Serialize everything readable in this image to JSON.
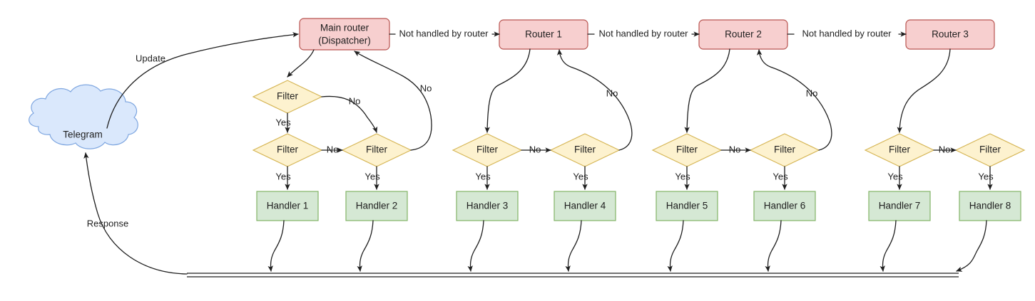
{
  "diagram": {
    "title": "Telegram bot dispatcher routing flow",
    "colors": {
      "router_fill": "#f7cfcf",
      "router_stroke": "#b85450",
      "filter_fill": "#fdf2cf",
      "filter_stroke": "#d6b656",
      "handler_fill": "#d5e8d4",
      "handler_stroke": "#82b366",
      "cloud_fill": "#dae8fc",
      "cloud_stroke": "#7ea6e0",
      "edge_stroke": "#1f1f1f",
      "background": "#ffffff"
    },
    "cloud": {
      "label": "Telegram"
    },
    "routers": [
      {
        "id": "main",
        "line1": "Main router",
        "line2": "(Dispatcher)"
      },
      {
        "id": "r1",
        "line1": "Router 1",
        "line2": ""
      },
      {
        "id": "r2",
        "line1": "Router 2",
        "line2": ""
      },
      {
        "id": "r3",
        "line1": "Router 3",
        "line2": ""
      }
    ],
    "filters": [
      {
        "id": "f-main-top",
        "label": "Filter"
      },
      {
        "id": "f1",
        "label": "Filter"
      },
      {
        "id": "f2",
        "label": "Filter"
      },
      {
        "id": "f3",
        "label": "Filter"
      },
      {
        "id": "f4",
        "label": "Filter"
      },
      {
        "id": "f5",
        "label": "Filter"
      },
      {
        "id": "f6",
        "label": "Filter"
      },
      {
        "id": "f7",
        "label": "Filter"
      },
      {
        "id": "f8",
        "label": "Filter"
      }
    ],
    "handlers": [
      {
        "id": "h1",
        "label": "Handler 1"
      },
      {
        "id": "h2",
        "label": "Handler 2"
      },
      {
        "id": "h3",
        "label": "Handler 3"
      },
      {
        "id": "h4",
        "label": "Handler 4"
      },
      {
        "id": "h5",
        "label": "Handler 5"
      },
      {
        "id": "h6",
        "label": "Handler 6"
      },
      {
        "id": "h7",
        "label": "Handler 7"
      },
      {
        "id": "h8",
        "label": "Handler 8"
      }
    ],
    "edge_labels": {
      "update": "Update",
      "response": "Response",
      "not_handled_1": "Not handled by router",
      "not_handled_2": "Not handled by router",
      "not_handled_3": "Not handled by router",
      "yes": "Yes",
      "no": "No",
      "yes_list": [
        "Yes",
        "Yes",
        "Yes",
        "Yes",
        "Yes",
        "Yes",
        "Yes",
        "Yes",
        "Yes"
      ],
      "no_list": [
        "No",
        "No",
        "No",
        "No",
        "No",
        "No",
        "No",
        "No"
      ]
    }
  }
}
